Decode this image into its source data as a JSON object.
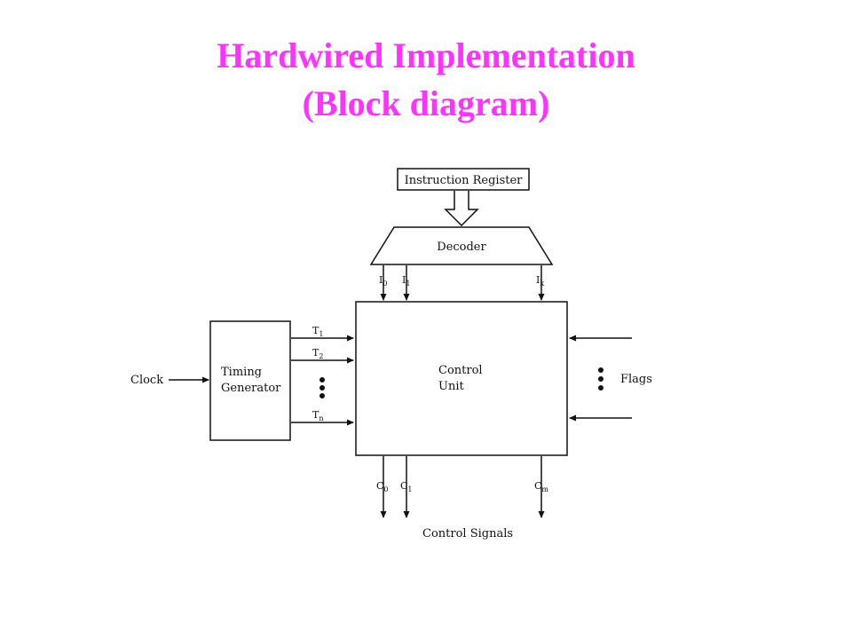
{
  "title": {
    "line1": "Hardwired Implementation",
    "line2": "(Block diagram)"
  },
  "diagram": {
    "instruction_register": "Instruction Register",
    "decoder": "Decoder",
    "decoder_outputs": [
      {
        "base": "I",
        "sub": "0"
      },
      {
        "base": "I",
        "sub": "1"
      },
      {
        "base": "I",
        "sub": "k"
      }
    ],
    "timing_generator": {
      "line1": "Timing",
      "line2": "Generator"
    },
    "clock": "Clock",
    "timing_signals": [
      {
        "base": "T",
        "sub": "1"
      },
      {
        "base": "T",
        "sub": "2"
      },
      {
        "base": "T",
        "sub": "n"
      }
    ],
    "control_unit": {
      "line1": "Control",
      "line2": "Unit"
    },
    "flags": "Flags",
    "control_outputs": [
      {
        "base": "C",
        "sub": "0"
      },
      {
        "base": "C",
        "sub": "1"
      },
      {
        "base": "C",
        "sub": "m"
      }
    ],
    "control_signals": "Control Signals"
  },
  "colors": {
    "title": "#ff33ff",
    "lines": "#111111"
  }
}
